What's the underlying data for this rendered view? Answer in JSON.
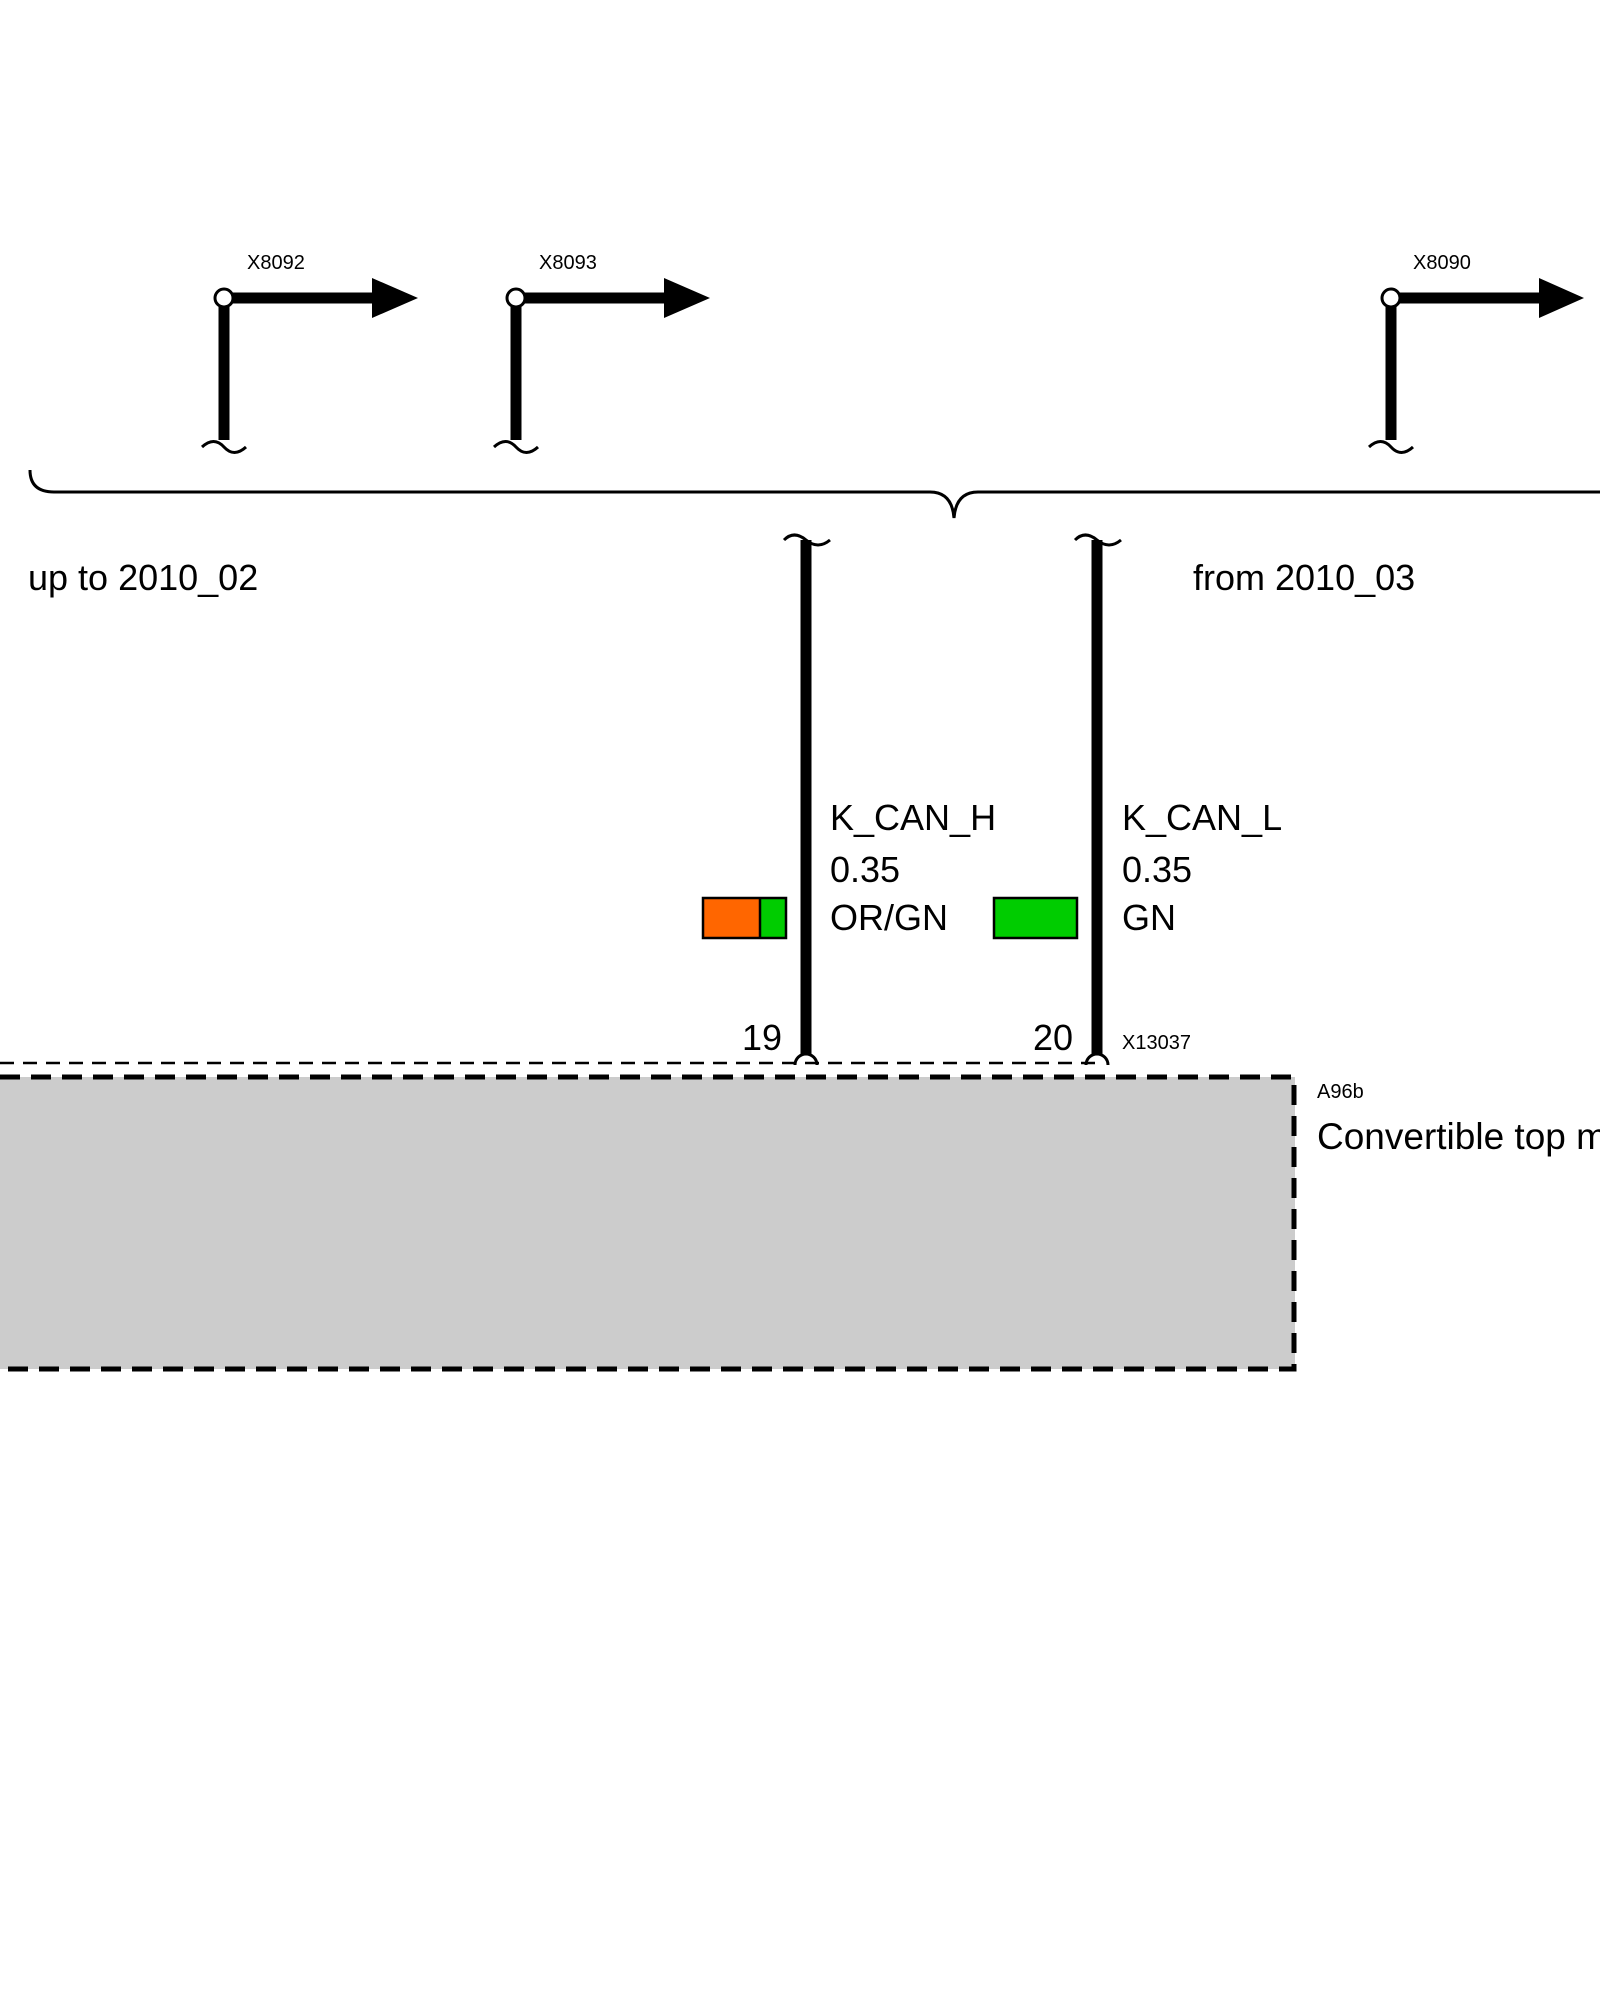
{
  "connectors": {
    "x8092": "X8092",
    "x8093": "X8093",
    "x8090": "X8090",
    "x13037": "X13037"
  },
  "variants": {
    "left": "up to 2010_02",
    "right": "from 2010_03"
  },
  "wires": [
    {
      "signal": "K_CAN_H",
      "gauge": "0.35",
      "color_code": "OR/GN",
      "pin": "19",
      "colors": [
        "#ff6600",
        "#00cc00"
      ]
    },
    {
      "signal": "K_CAN_L",
      "gauge": "0.35",
      "color_code": "GN",
      "pin": "20",
      "colors": [
        "#00cc00"
      ]
    }
  ],
  "module": {
    "id": "A96b",
    "name": "Convertible top m",
    "fill": "#cccccc"
  }
}
